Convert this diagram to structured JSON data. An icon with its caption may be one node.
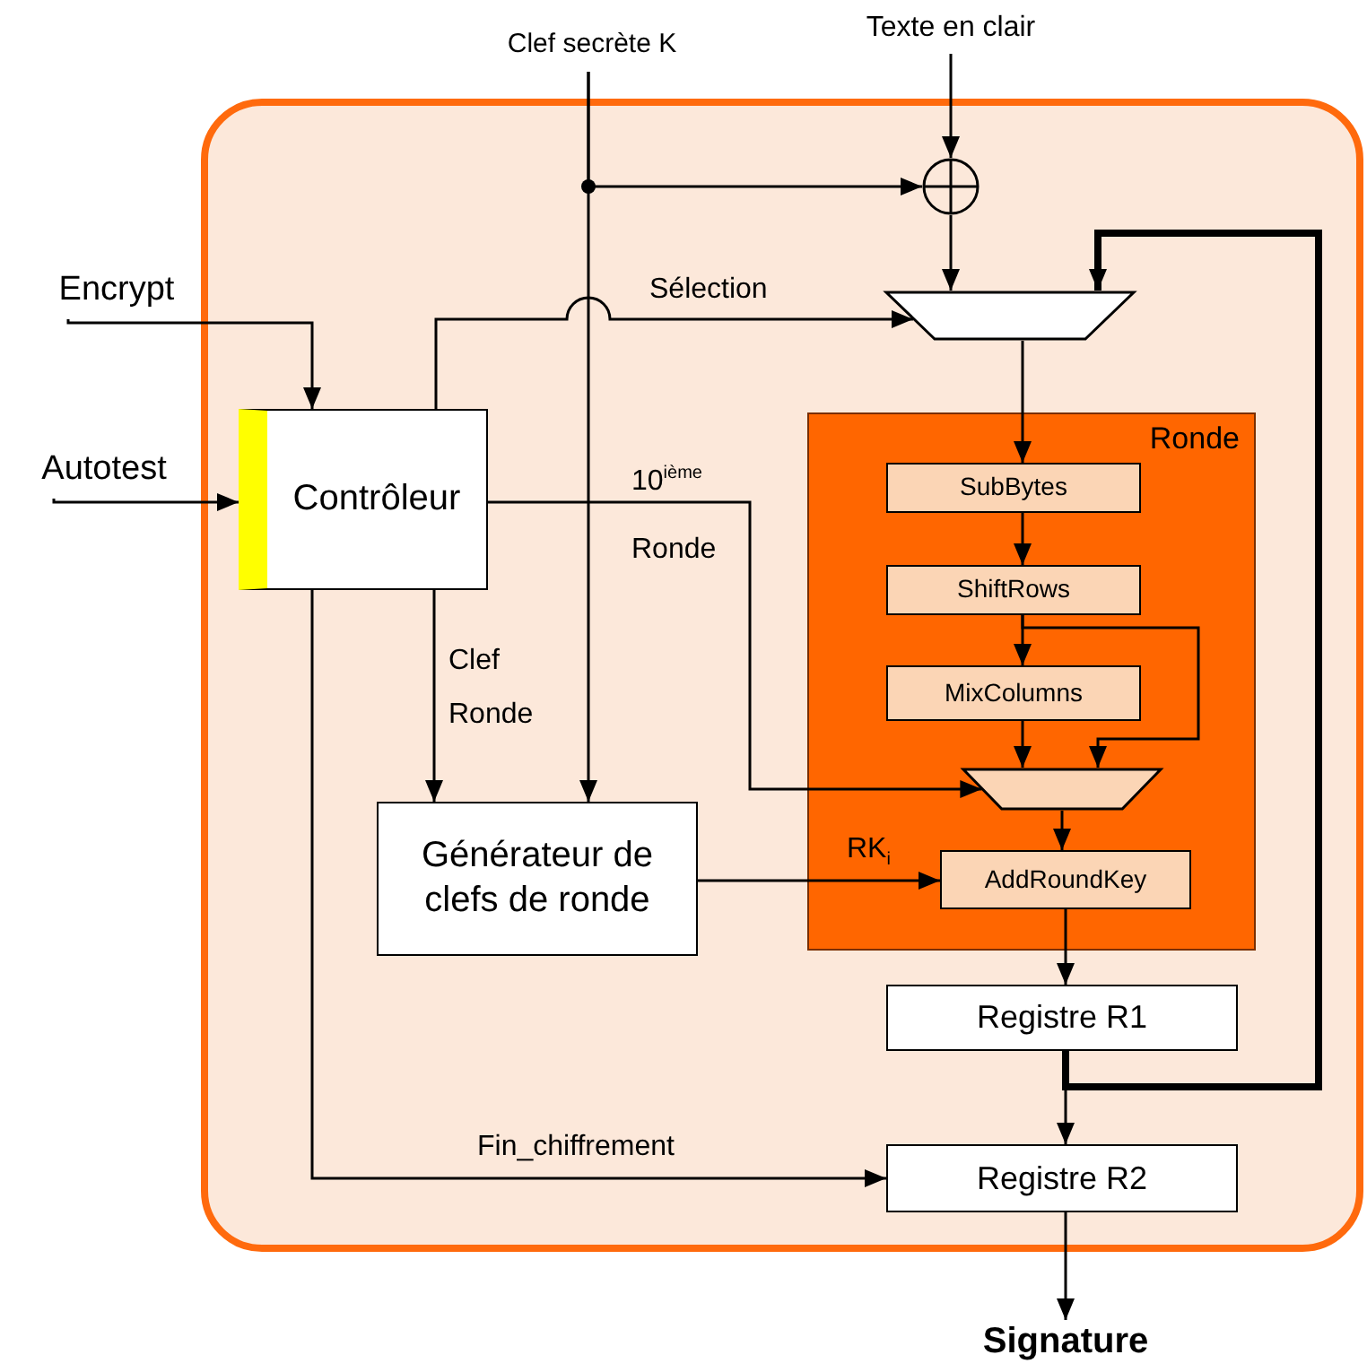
{
  "diagram": {
    "nodes": [
      {
        "text": [],
        "shape": "box"
      },
      {
        "text": [
          "Clef secrète K"
        ]
      },
      {
        "text": [
          "Texte en clair"
        ]
      },
      {
        "text": [
          "Encrypt"
        ]
      },
      {
        "text": [
          "Autotest"
        ]
      },
      {
        "text": [],
        "shape": "circle",
        "in": 0
      },
      {
        "text": [],
        "shape": "trapezoid",
        "in": 0
      },
      {
        "text": [
          "Contrôleur"
        ],
        "in": 0
      },
      {
        "text": [
          "Ronde"
        ],
        "in": 0
      },
      {
        "text": [
          "SubBytes"
        ],
        "in": 8
      },
      {
        "text": [
          "ShiftRows"
        ],
        "in": 8
      },
      {
        "text": [
          "MixColumns"
        ],
        "in": 8
      },
      {
        "text": [],
        "shape": "trapezoid",
        "in": 8
      },
      {
        "text": [
          "AddRoundKey"
        ],
        "in": 8
      },
      {
        "text": [
          "Générateur de clefs de ronde"
        ],
        "in": 0
      },
      {
        "text": [
          "Registre R1"
        ],
        "in": 0
      },
      {
        "text": [
          "Registre R2"
        ],
        "in": 0
      },
      {
        "text": [
          "Signature"
        ]
      }
    ],
    "edges": [
      {
        "from": 1,
        "to": 5,
        "arrow": "to"
      },
      {
        "from": 1,
        "to": 14,
        "arrow": "to"
      },
      {
        "from": 2,
        "to": 5,
        "arrow": "to"
      },
      {
        "from": 5,
        "to": 6,
        "arrow": "to"
      },
      {
        "from": 3,
        "to": 7,
        "arrow": "to"
      },
      {
        "from": 4,
        "to": 7,
        "arrow": "to"
      },
      {
        "from": 7,
        "to": 6,
        "arrow": "to",
        "label": "Sélection"
      },
      {
        "from": 7,
        "to": 12,
        "arrow": "to",
        "label": "10$^{ième}$ Ronde"
      },
      {
        "from": 7,
        "to": 14,
        "arrow": "to",
        "label": "Clef Ronde"
      },
      {
        "from": 7,
        "to": 16,
        "arrow": "to",
        "label": "Fin_chiffrement"
      },
      {
        "from": 6,
        "to": 9,
        "arrow": "to"
      },
      {
        "from": 9,
        "to": 10,
        "arrow": "to"
      },
      {
        "from": 10,
        "to": 11,
        "arrow": "to"
      },
      {
        "from": 10,
        "to": 12,
        "arrow": "to"
      },
      {
        "from": 11,
        "to": 12,
        "arrow": "to"
      },
      {
        "from": 12,
        "to": 13,
        "arrow": "to"
      },
      {
        "from": 14,
        "to": 13,
        "arrow": "to",
        "label": "RK$_{i}$"
      },
      {
        "from": 13,
        "to": 15,
        "arrow": "to"
      },
      {
        "from": 15,
        "to": 16,
        "arrow": "to"
      },
      {
        "from": 15,
        "to": 6,
        "arrow": "to",
        "style": "thick"
      },
      {
        "from": 16,
        "to": 17,
        "arrow": "to"
      }
    ]
  }
}
